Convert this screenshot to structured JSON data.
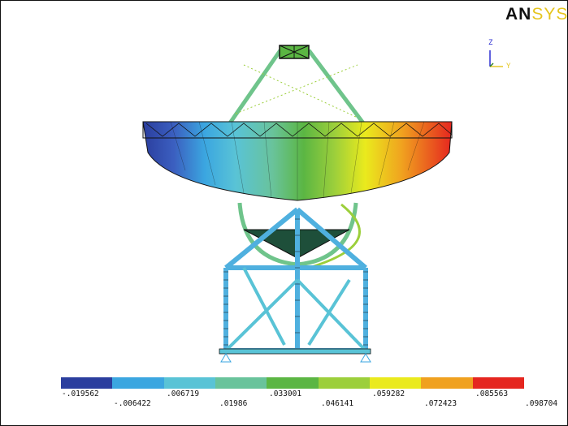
{
  "logo": {
    "part1": "AN",
    "part2": "SYS"
  },
  "triad": {
    "z_label": "Z",
    "y_label": "Y"
  },
  "legend": {
    "colors": [
      "#2b3e9e",
      "#3ba6e0",
      "#59c3d6",
      "#69c39b",
      "#5bb643",
      "#9ccf3b",
      "#eaea1d",
      "#f0a11f",
      "#e5261f"
    ],
    "labels_top": [
      "-.019562",
      ".006719",
      ".033001",
      ".059282",
      ".085563"
    ],
    "labels_bottom": [
      "-.006422",
      ".01986",
      ".046141",
      ".072423",
      ".098704"
    ]
  }
}
